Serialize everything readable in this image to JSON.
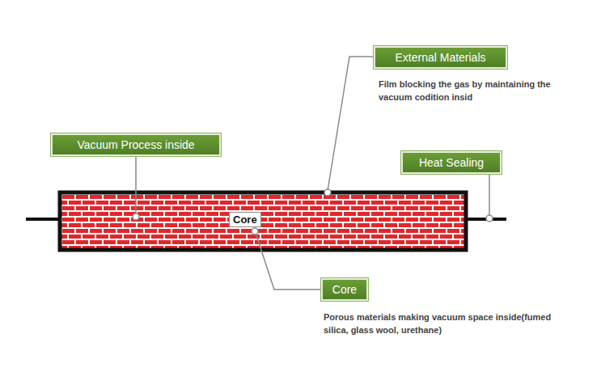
{
  "diagram": {
    "nodes": [
      {
        "text": [
          "External Materials"
        ]
      },
      {
        "text": [
          "Vacuum Process inside"
        ]
      },
      {
        "text": [
          "Heat Sealing"
        ]
      },
      {
        "text": [
          "Core"
        ]
      },
      {
        "text": [
          "Core"
        ]
      }
    ],
    "edges": [
      {
        "from": 4,
        "to": 3,
        "arrow": "none"
      }
    ],
    "labels": [
      "Film blocking the gas by maintaining the vacuum codition insid",
      "Porous materials making vacuum space inside(fumed silica, glass wool, urethane)"
    ]
  }
}
